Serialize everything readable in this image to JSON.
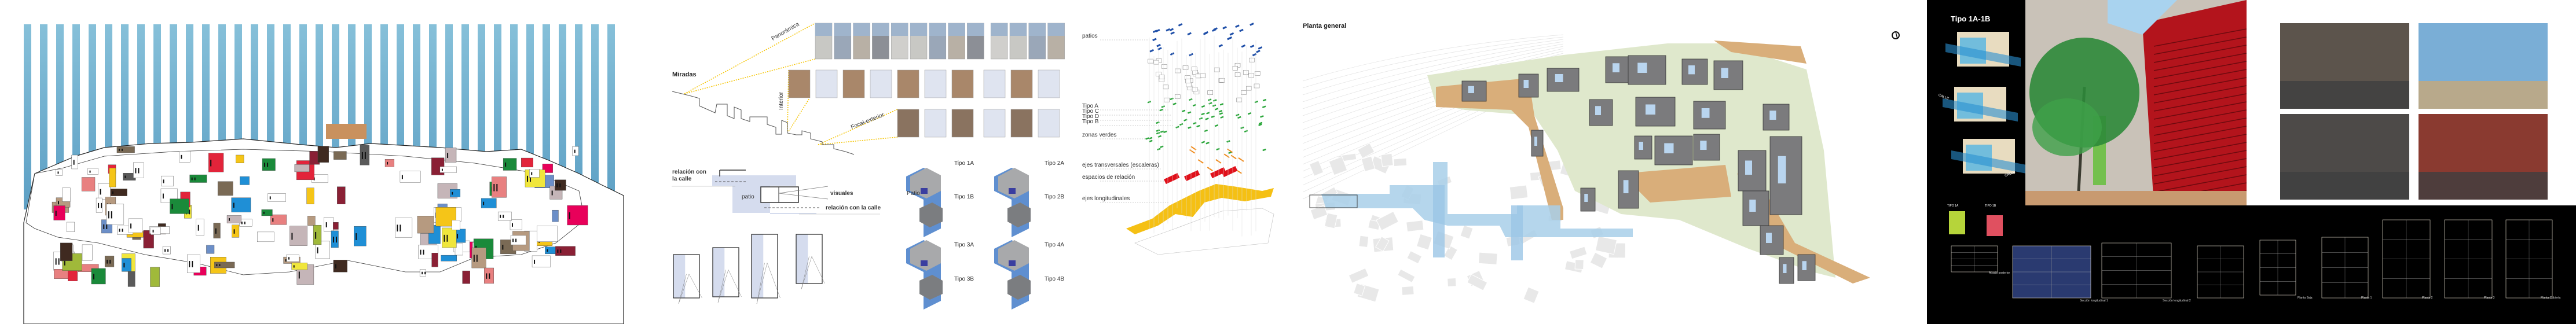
{
  "panel_skyline": {
    "stripe_colors": [
      "#86c0d9",
      "#5c9fc4"
    ],
    "house_palette": [
      "#e2243a",
      "#f5c518",
      "#1f8fd6",
      "#a0b93a",
      "#7a6a55",
      "#8a2035",
      "#5a5a5a",
      "#b69a80",
      "#f0e63c",
      "#6c8fc8",
      "#e8005a",
      "#1a8a3a",
      "#c5b5b8",
      "#3f2a20",
      "#e88080"
    ]
  },
  "panel_miradas": {
    "title": "Miradas",
    "view_labels": [
      "Panorámica",
      "Interior",
      "Focal-exterior"
    ],
    "street_relation_1": "relación con la calle",
    "street_relation_2": "relación con la calle",
    "patio_label": "patio",
    "visuales_label": "visuales",
    "patio_type_label": "Patio",
    "types": [
      "Tipo 1A",
      "Tipo 2A",
      "Tipo 1B",
      "Tipo 2B",
      "Tipo 3A",
      "Tipo 4A",
      "Tipo 3B",
      "Tipo 4B"
    ],
    "accent": "#f5c400"
  },
  "panel_layers": {
    "layers": [
      "patios",
      "Tipo A",
      "Tipo C",
      "Tipo D",
      "Tipo B",
      "zonas verdes",
      "ejes transversales (escaleras)",
      "espacios de relación",
      "ejes longitudinales"
    ],
    "colors": {
      "patios": "#1f4fa8",
      "green": "#2aa63a",
      "orange": "#f08a1a",
      "red": "#e0101a",
      "yellow": "#f5c014"
    }
  },
  "panel_plan": {
    "title": "Planta general",
    "north_icon": "north-arrow-icon"
  },
  "panel_type": {
    "title": "Tipo 1A-1B",
    "calle_1": "CALLE",
    "calle_2": "CALLE",
    "type_a": "TIPO 1A",
    "type_b": "TIPO 1B",
    "drawings": [
      "Alzado posterior",
      "Sección longitudinal 1",
      "Sección longitudinal 2",
      "",
      "Planta Baja",
      "Planta 1",
      "Planta 2",
      "Planta 3",
      "Planta Cubierta"
    ]
  }
}
